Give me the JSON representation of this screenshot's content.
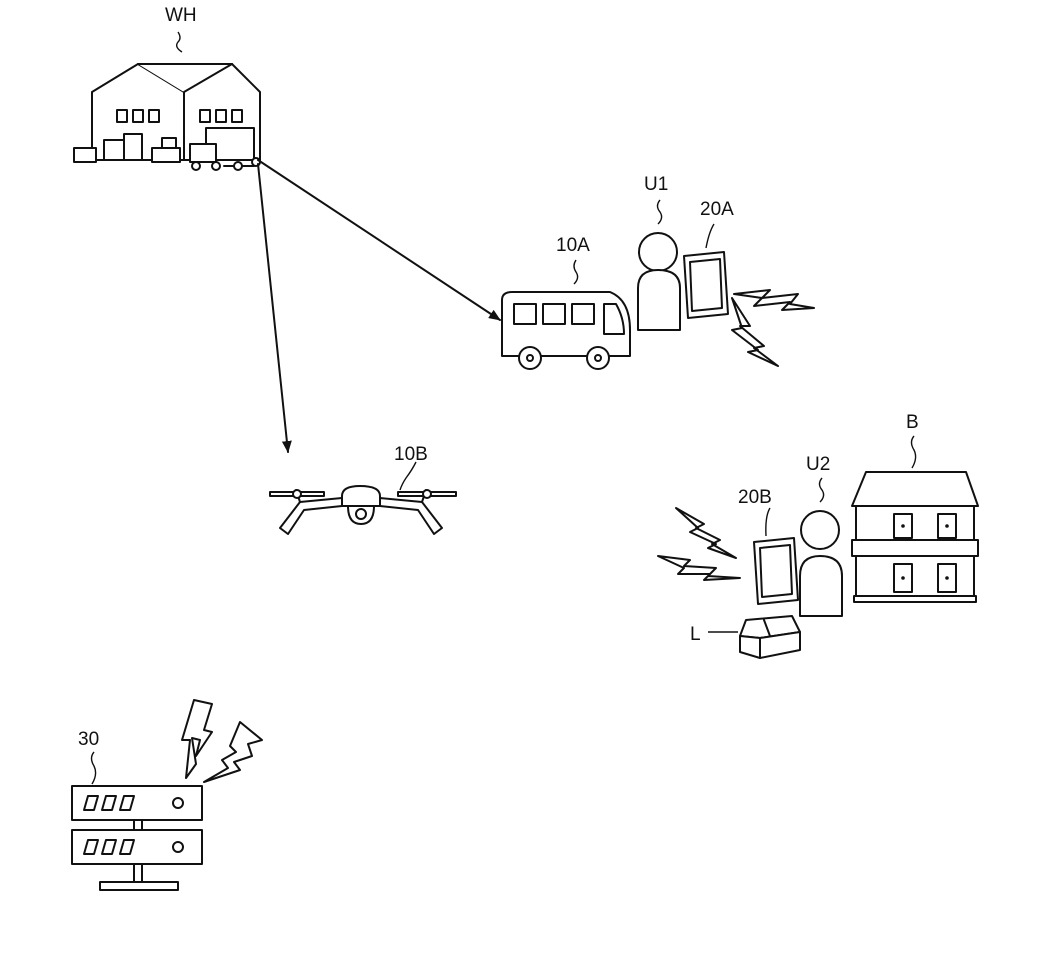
{
  "labels": {
    "warehouse": "WH",
    "bus": "10A",
    "drone": "10B",
    "user1": "U1",
    "user2": "U2",
    "terminal_a": "20A",
    "terminal_b": "20B",
    "building": "B",
    "package": "L",
    "server": "30"
  },
  "colors": {
    "line": "#111111",
    "background": "#ffffff"
  },
  "icons": [
    "warehouse-icon",
    "bus-icon",
    "drone-icon",
    "person-icon",
    "tablet-icon",
    "building-icon",
    "package-icon",
    "server-icon",
    "lightning-icon",
    "arrow"
  ]
}
